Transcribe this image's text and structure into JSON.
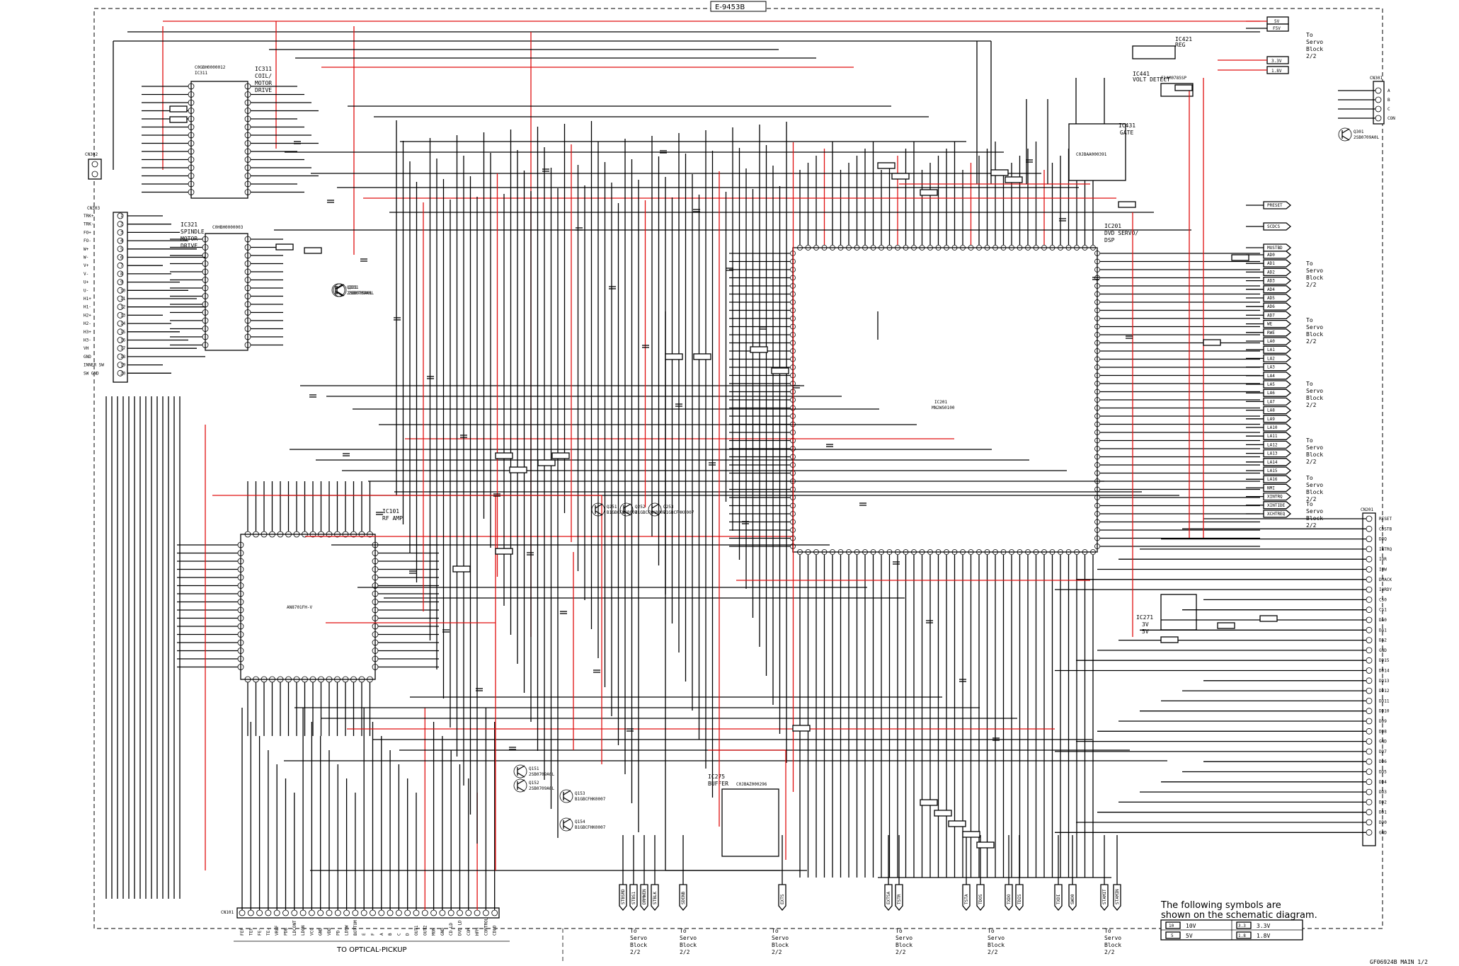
{
  "diagram": {
    "board_id": "E-9453B",
    "footer_id": "GF06924B MAIN 1/2",
    "pickup_label": "TO OPTICAL-PICKUP",
    "legend": {
      "intro_line1": "The following symbols are",
      "intro_line2": "shown on the schematic diagram.",
      "items": [
        {
          "symbol": "10",
          "value": "10V"
        },
        {
          "symbol": "5",
          "value": "5V"
        },
        {
          "symbol": "3.3",
          "value": "3.3V"
        },
        {
          "symbol": "1.8",
          "value": "1.8V"
        }
      ]
    },
    "ics": {
      "ic311": {
        "ref": "IC311",
        "name1": "COIL/",
        "name2": "MOTOR",
        "name3": "DRIVE",
        "part": "C0GBH0000012"
      },
      "ic321": {
        "ref": "IC321",
        "name1": "SPINDLE",
        "name2": "MOTOR",
        "name3": "DRIVE",
        "part": "C0HBH0000003"
      },
      "ic101": {
        "ref": "IC101",
        "name1": "RF AMP",
        "part": "AN8701FH-V"
      },
      "ic201": {
        "ref": "IC201",
        "name1": "DVD SERVO/",
        "name2": "DSP",
        "part": "MN2WS0100"
      },
      "ic275": {
        "ref": "IC275",
        "name1": "BUFFER",
        "part": "C0JBAZ000296"
      },
      "ic271": {
        "ref": "IC271",
        "name1": "3V",
        "name2": "5V"
      },
      "ic431": {
        "ref": "IC431",
        "name1": "GATE",
        "part": "C0JBAA000391"
      },
      "ic441": {
        "ref": "IC441",
        "name1": "VOLT DETECT",
        "part": "F1AM0785SP"
      },
      "ic421": {
        "ref": "IC421",
        "name1": "REG"
      }
    },
    "connectors": {
      "cn302": {
        "ref": "CN302"
      },
      "cn303": {
        "ref": "CN303",
        "pins": [
          "TRK+",
          "TRK-",
          "FO+",
          "FO-",
          "W+",
          "W-",
          "V+",
          "V-",
          "U+",
          "U-",
          "H1+",
          "H1-",
          "H2+",
          "H2-",
          "H3+",
          "H3-",
          "VH",
          "GND",
          "INNER SW",
          "SW GND"
        ]
      },
      "cn301": {
        "ref": "CN301",
        "pins": [
          "A",
          "B",
          "C",
          "CON"
        ]
      },
      "cn101": {
        "ref": "CN101",
        "pins": [
          "FEP",
          "TEP",
          "FE-",
          "TE-",
          "VREF",
          "PDB",
          "LDCONT",
          "LDON",
          "VCC",
          "GND",
          "VDD",
          "PD",
          "LDSW",
          "BOTTOM",
          "E",
          "F",
          "A",
          "B",
          "C",
          "D",
          "OUT1",
          "OUT2",
          "MON",
          "GND",
          "CD LD",
          "DVD LD",
          "COM",
          "HFM",
          "CONTROL",
          "CDLD"
        ]
      },
      "cn201": {
        "ref": "CN201",
        "pins": [
          "RESET",
          "CDSTB",
          "DRQ",
          "INTRQ",
          "IOR",
          "IOW",
          "DMACK",
          "IORDY",
          "CS0",
          "CS1",
          "DA0",
          "DA1",
          "DA2",
          "GND",
          "DD15",
          "DD14",
          "DD13",
          "DD12",
          "DD11",
          "DD10",
          "DD9",
          "DD8",
          "GND",
          "DD7",
          "DD6",
          "DD5",
          "DD4",
          "DD3",
          "DD2",
          "DD1",
          "DD0",
          "GND"
        ]
      }
    },
    "servo_block_right": [
      {
        "line1": "To",
        "line2": "Servo",
        "line3": "Block",
        "line4": "2/2"
      },
      {
        "line1": "To",
        "line2": "Servo",
        "line3": "Block",
        "line4": "2/2"
      },
      {
        "line1": "To",
        "line2": "Servo",
        "line3": "Block",
        "line4": "2/2"
      },
      {
        "line1": "To",
        "line2": "Servo",
        "line3": "Block",
        "line4": "2/2"
      },
      {
        "line1": "To",
        "line2": "Servo",
        "line3": "Block",
        "line4": "2/2"
      },
      {
        "line1": "To",
        "line2": "Servo",
        "line3": "Block",
        "line4": "2/2"
      },
      {
        "line1": "To",
        "line2": "Servo",
        "line3": "Block",
        "line4": "2/2"
      }
    ],
    "servo_block_bottom": [
      {
        "line1": "To",
        "line2": "Servo",
        "line3": "Block",
        "line4": "2/2"
      },
      {
        "line1": "To",
        "line2": "Servo",
        "line3": "Block",
        "line4": "2/2"
      },
      {
        "line1": "To",
        "line2": "Servo",
        "line3": "Block",
        "line4": "2/2"
      },
      {
        "line1": "To",
        "line2": "Servo",
        "line3": "Block",
        "line4": "2/2"
      },
      {
        "line1": "To",
        "line2": "Servo",
        "line3": "Block",
        "line4": "2/2"
      },
      {
        "line1": "To",
        "line2": "Servo",
        "line3": "Block",
        "line4": "2/2"
      }
    ],
    "signal_tags_right": [
      "5V",
      "F5V",
      "3.3V",
      "1.8V",
      "PRESET",
      "SCDCS",
      "MUSTBD",
      "AD0",
      "AD1",
      "AD2",
      "AD3",
      "AD4",
      "AD5",
      "AD6",
      "AD7",
      "WE",
      "RWE",
      "LA0",
      "LA1",
      "LA2",
      "LA3",
      "LA4",
      "LA5",
      "LA6",
      "LA7",
      "LA8",
      "LA9",
      "LA10",
      "LA11",
      "LA12",
      "LA13",
      "LA14",
      "LA15",
      "LA16",
      "NMI",
      "XINTRQ",
      "XINTIDE",
      "XCHTREQ"
    ],
    "bottom_tags": [
      "STBSRD",
      "STBS1",
      "DRMWEN",
      "STBLK",
      "SDENB",
      "EXTS",
      "EXTSA",
      "TSTR",
      "TSTA",
      "TDOS",
      "TXDO",
      "TDIS",
      "TXDI",
      "SWO0",
      "STAMIT",
      "STAMIN"
    ],
    "transistors": [
      {
        "ref": "Q301",
        "part": "2SB0709A0L"
      },
      {
        "ref": "Q311",
        "part": "2SB0709A0L"
      },
      {
        "ref": "Q321",
        "part": "2SB0709A0L"
      },
      {
        "ref": "Q151",
        "part": "2SB0709A0L"
      },
      {
        "ref": "Q152",
        "part": "2SB0709A0L"
      },
      {
        "ref": "Q153",
        "part": "B1GBCFHK0007"
      },
      {
        "ref": "Q154",
        "part": "B1GBCFHK0007"
      },
      {
        "ref": "Q251",
        "part": "B1GBCFHK0007"
      },
      {
        "ref": "Q252",
        "part": "B1GBCFHK0007"
      },
      {
        "ref": "Q253",
        "part": "B1GBCFHK0007"
      }
    ]
  }
}
